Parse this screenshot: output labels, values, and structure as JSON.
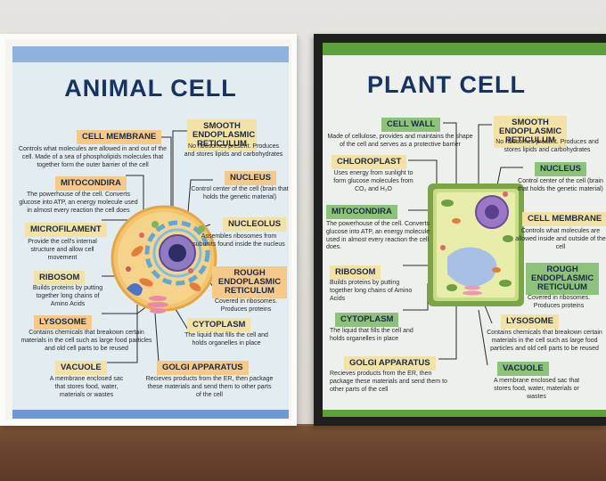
{
  "animal": {
    "title": "ANIMAL CELL",
    "labels": {
      "cell_membrane": "CELL MEMBRANE",
      "mitocondira": "MITOCONDIRA",
      "microfilament": "MICROFILAMENT",
      "ribosom": "RIBOSOM",
      "lysosome": "LYSOSOME",
      "vacuole": "VACUOLE",
      "smooth_er": "SMOOTH ENDOPLASMIC RETICULUM",
      "nucleus": "NUCLEUS",
      "nucleolus": "NUCLEOLUS",
      "rough_er": "ROUGH ENDOPLASMIC RETICULUM",
      "cytoplasm": "CYTOPLASM",
      "golgi": "GOLGI APPARATUS"
    },
    "descriptions": {
      "cell_membrane": "Controls what molecules are allowed in and out of the cell. Made of a sea of phospholipids molecules that together form the outer barrier of the cell",
      "mitocondira": "The powerhouse of the cell. Converts glucose into ATP, an energy molecule used in almost every reaction the cell does",
      "microfilament": "Provide the cell's internal structure and allow cell movement",
      "ribosom": "Builds proteins by putting together long chains of Amino Acids",
      "lysosome": "Contains chemicals that breakown certain materials in the cell such as large food particles and old cell parts to be reused",
      "vacuole": "A membrane enclosed sac that stores food, water, materials or wastes",
      "smooth_er": "No ribosomes present. Produces and stores lipids and carbohydrates",
      "nucleus": "Control center of the cell (brain that holds the genetic material)",
      "nucleolus": "Assembles ribosomes from subunits found inside the nucleus",
      "rough_er": "Covered in ribosomes. Produces proteins",
      "cytoplasm": "The liquid that fills the cell and holds organelles in place",
      "golgi": "Recieves products from the ER, then package these materials and send them to other parts of the cell"
    }
  },
  "plant": {
    "title": "PLANT CELL",
    "labels": {
      "cell_wall": "CELL WALL",
      "chloroplast": "CHLOROPLAST",
      "mitocondira": "MITOCONDIRA",
      "ribosom": "RIBOSOM",
      "cytoplasm": "CYTOPLASM",
      "golgi": "GOLGI APPARATUS",
      "smooth_er": "SMOOTH ENDOPLASMIC RETICULUM",
      "nucleus": "NUCLEUS",
      "cell_membrane": "CELL MEMBRANE",
      "rough_er": "ROUGH ENDOPLASMIC RETICULUM",
      "lysosome": "LYSOSOME",
      "vacuole": "VACUOLE"
    },
    "descriptions": {
      "cell_wall": "Made of cellulose, provides and maintains the shape of the cell and serves as a protective barrier",
      "chloroplast": "Uses energy from sunlight to form glucose molecules from CO₂ and H₂O",
      "mitocondira": "The powerhouse of the cell. Converts glucose into ATP, an energy molecule used in almost every reaction the cell does.",
      "ribosom": "Builds proteins by putting together long chains of Amino Acids",
      "cytoplasm": "The liquid that fills the cell and holds organelles in place",
      "golgi": "Recieves products from the ER, then package these materials and send them to other parts of the cell",
      "smooth_er": "No ribosomes present. Produces and stores lipids and carbohydrates",
      "nucleus": "Control center of the cell (brain that holds the genetic material)",
      "cell_membrane": "Controls what molecules are allowed inside and outside of the cell",
      "rough_er": "Covered in ribosomes. Produces proteins",
      "lysosome": "Contains chemicals that breakown certain materials in the cell such as large food particles and old cell parts to be reused",
      "vacuole": "A membrane enclosed sac that stores food, water, materials or wastes"
    }
  },
  "colors": {
    "title": "#163364",
    "animal_bar": "#6f98d6",
    "plant_bar": "#5da13b",
    "label_orange": "#f4c98a",
    "label_yellow": "#f2e2a6",
    "label_green": "#8dc27a",
    "frame_black": "#1f1f1f",
    "shelf": "#6a4430"
  }
}
